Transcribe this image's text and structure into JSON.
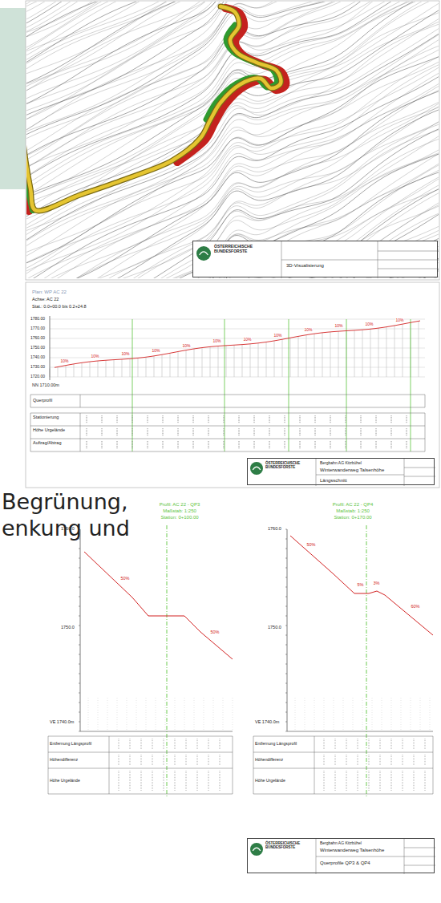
{
  "diagram": {
    "nodes": [
      {
        "text": [
          "ÖSTERREICHISCHE BUNDESFORSTE",
          "3D-Visualisierung"
        ]
      },
      {
        "text": [
          "ÖSTERREICHISCHE BUNDESFORSTE",
          "Bergbahn AG Kitzbühel",
          "Winterwanderweg Talsenhöhe",
          "Längsschnitt"
        ]
      },
      {
        "text": [
          "ÖSTERREICHISCHE BUNDESFORSTE",
          "Bergbahn AG Kitzbühel",
          "Winterwanderweg Talsenhöhe",
          "Querprofile QP3 & QP4"
        ]
      }
    ],
    "labels": [
      "Plan: WP AC 22",
      "Achse: AC 22",
      "Stat.: 0.0+00.0 bis 0.2+24.8",
      "1780.00",
      "1770.00",
      "1760.00",
      "1750.00",
      "1740.00",
      "1730.00",
      "1720.00",
      "NN 1710.00m",
      "10%",
      "10%",
      "10%",
      "10%",
      "10%",
      "10%",
      "10%",
      "10%",
      "10%",
      "10%",
      "10%",
      "10%",
      "Querprofil",
      "Stationierung",
      "Höhe Urgelände",
      "Auftrag/Abtrag",
      "Begrünung,",
      "enkung und",
      "Profil: AC 22 - QP3",
      "Maßstab: 1:250",
      "Station: 0+100.00",
      "Profil: AC 22 - QP4",
      "Maßstab: 1:250",
      "Station: 0+170.00",
      "VE 1740.0m",
      "VE 1740.0m",
      "Entfernung Längsprofil",
      "Höhendifferenz",
      "Höhe Urgelände",
      "Entfernung Längsprofil",
      "Höhendifferenz",
      "Höhe Urgelände",
      "1760.0",
      "1750.0",
      "1760.0",
      "1750.0",
      "50%",
      "50%",
      "50%",
      "5%",
      "3%",
      "60%"
    ]
  }
}
